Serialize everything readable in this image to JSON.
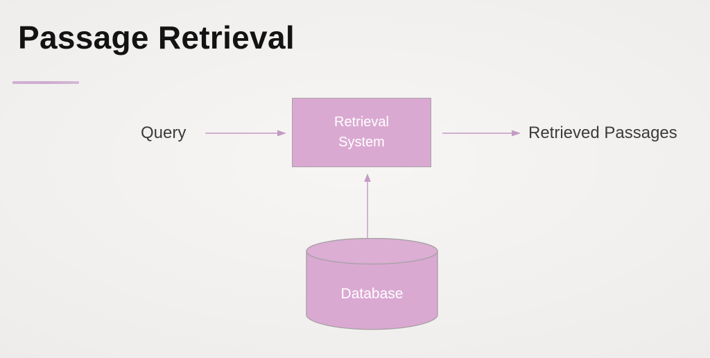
{
  "slide": {
    "title": "Passage Retrieval",
    "background_color": "#ebeae8",
    "accent_color": "#c89ec9",
    "title_color": "#131313",
    "label_color": "#3b3b3b"
  },
  "diagram": {
    "type": "flow",
    "node_fill_color": "#daa9d2",
    "node_border_color": "#a9a1a6",
    "node_text_color": "#ffffff",
    "arrow_color": "#c49ac4",
    "nodes": [
      {
        "id": "retrieval-system",
        "label": "Retrieval\nSystem",
        "shape": "rectangle"
      },
      {
        "id": "database",
        "label": "Database",
        "shape": "cylinder"
      }
    ],
    "labels": {
      "input": "Query",
      "output": "Retrieved Passages"
    },
    "edges": [
      {
        "from": "Query",
        "to": "Retrieval System",
        "direction": "right"
      },
      {
        "from": "Retrieval System",
        "to": "Retrieved Passages",
        "direction": "right"
      },
      {
        "from": "Database",
        "to": "Retrieval System",
        "direction": "up"
      }
    ]
  }
}
